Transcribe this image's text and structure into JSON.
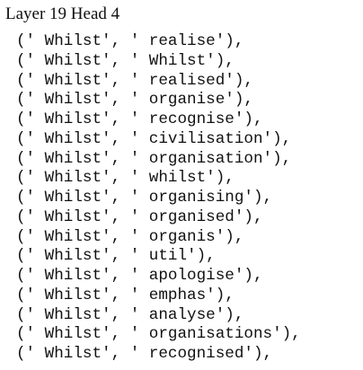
{
  "title": "Layer 19 Head 4",
  "pairs": [
    "(' Whilst', ' realise'),",
    "(' Whilst', ' Whilst'),",
    "(' Whilst', ' realised'),",
    "(' Whilst', ' organise'),",
    "(' Whilst', ' recognise'),",
    "(' Whilst', ' civilisation'),",
    "(' Whilst', ' organisation'),",
    "(' Whilst', ' whilst'),",
    "(' Whilst', ' organising'),",
    "(' Whilst', ' organised'),",
    "(' Whilst', ' organis'),",
    "(' Whilst', ' util'),",
    "(' Whilst', ' apologise'),",
    "(' Whilst', ' emphas'),",
    "(' Whilst', ' analyse'),",
    "(' Whilst', ' organisations'),",
    "(' Whilst', ' recognised'),"
  ]
}
